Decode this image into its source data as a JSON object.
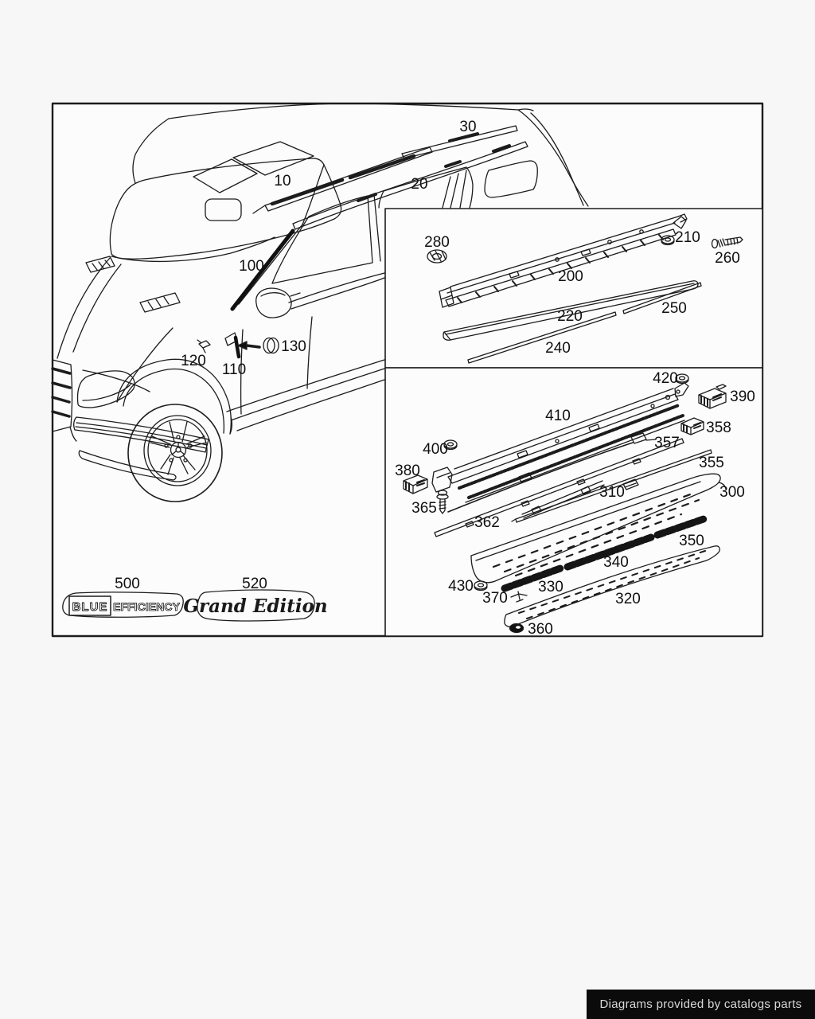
{
  "page": {
    "background": "#f7f7f7",
    "box_background": "#fcfcfc",
    "line_color": "#1c1c1c",
    "footer": {
      "text": "Diagrams provided by catalogs parts",
      "bg": "#0b0b0b",
      "color": "#d9d9d9"
    }
  },
  "diagram": {
    "labels": {
      "l10": "10",
      "l20": "20",
      "l30": "30",
      "l100": "100",
      "l110": "110",
      "l120": "120",
      "l130": "130",
      "l200": "200",
      "l210": "210",
      "l220": "220",
      "l240": "240",
      "l250": "250",
      "l260": "260",
      "l280": "280",
      "l300": "300",
      "l310": "310",
      "l320": "320",
      "l330": "330",
      "l340": "340",
      "l350": "350",
      "l355": "355",
      "l357": "357",
      "l358": "358",
      "l360": "360",
      "l362": "362",
      "l365": "365",
      "l370": "370",
      "l380": "380",
      "l390": "390",
      "l400": "400",
      "l410": "410",
      "l420": "420",
      "l430": "430",
      "l500": "500",
      "l520": "520"
    },
    "badges": {
      "blue_efficiency": {
        "part1": "BLUE",
        "part2": "EFFICIENCY"
      },
      "grand_edition": {
        "text": "Grand Edition"
      }
    }
  }
}
